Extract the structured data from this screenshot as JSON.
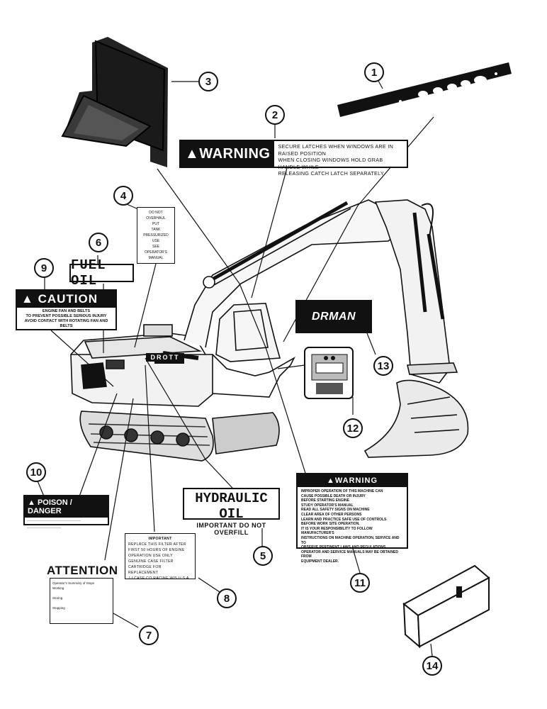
{
  "callouts": [
    "1",
    "2",
    "3",
    "4",
    "5",
    "6",
    "7",
    "8",
    "9",
    "10",
    "11",
    "12",
    "13",
    "14"
  ],
  "decal_2": {
    "header": "WARNING",
    "lines": [
      "SECURE LATCHES WHEN WINDOWS ARE IN RAISED POSITION",
      "WHEN CLOSING WINDOWS HOLD GRAB HANDLE WHILE",
      "RELEASING CATCH LATCH SEPARATELY"
    ]
  },
  "decal_4": {
    "lines": [
      "DO NOT",
      "OVERHAUL",
      "",
      "PUT",
      "",
      "TANK",
      "PRESSURIZED",
      "USE",
      "",
      "SEE",
      "OPERATOR'S",
      "MANUAL"
    ]
  },
  "decal_5": {
    "title": "HYDRAULIC OIL",
    "subtitle": "IMPORTANT DO NOT OVERFILL"
  },
  "decal_6": {
    "text": "FUEL OIL"
  },
  "decal_7": {
    "title": "ATTENTION",
    "lines": [
      "Operator's Summary of Stops",
      "Working",
      "",
      "Storing",
      "",
      "Stopping"
    ]
  },
  "decal_8": {
    "title": "IMPORTANT",
    "lines": [
      "REPLACE THIS FILTER AFTER",
      "FIRST 50 HOURS OF ENGINE",
      "OPERATION USE ONLY",
      "GENUINE CASE FILTER",
      "CARTRIDGE FOR REPLACEMENT",
      "J I CASE CO RACINE WIS U S A"
    ]
  },
  "decal_9": {
    "header": "CAUTION",
    "lines": [
      "ENGINE FAN AND BELTS",
      "TO PREVENT POSSIBLE SERIOUS INJURY",
      "AVOID CONTACT WITH ROTATING FAN AND BELTS"
    ]
  },
  "decal_10": {
    "header": "POISON / DANGER"
  },
  "decal_11": {
    "header": "WARNING",
    "lines": [
      "IMPROPER OPERATION OF THIS MACHINE CAN",
      "CAUSE POSSIBLE DEATH OR INJURY",
      "BEFORE STARTING ENGINE",
      "STUDY OPERATOR'S MANUAL",
      "READ ALL SAFETY SIGNS ON MACHINE",
      "CLEAR AREA OF OTHER PERSONS",
      "LEARN AND PRACTICE SAFE USE OF CONTROLS",
      "BEFORE WORK SITE OPERATION.",
      "IT IS YOUR RESPONSIBILITY TO FOLLOW MANUFACTURER'S",
      "INSTRUCTIONS ON MACHINE OPERATION, SERVICE AND TO",
      "OBSERVE PERTINENT LAWS AND REGULATIONS.",
      "OPERATOR AND SERVICE MANUALS MAY BE OBTAINED FROM",
      "EQUIPMENT DEALER."
    ]
  },
  "decal_13": {
    "text": "DRMAN"
  },
  "machine": {
    "brand": "DROTT"
  },
  "colors": {
    "ink": "#111111",
    "paper": "#ffffff"
  }
}
